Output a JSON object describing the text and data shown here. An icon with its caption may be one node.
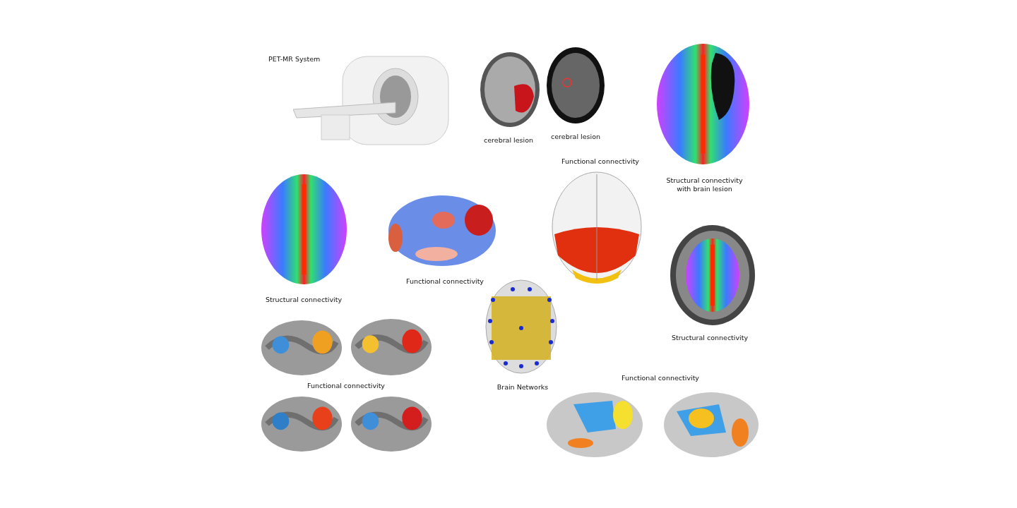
{
  "diagram": {
    "labels": [
      "PET-MR System",
      "cerebral lesion",
      "cerebral lesion",
      "Functional connectivity",
      "Structural connectivity with brain lesion",
      "Functional connectivity",
      "Structural connectivity",
      "Structural connectivity",
      "Functional connectivity",
      "Functional connectivity",
      "Brain Networks"
    ]
  }
}
